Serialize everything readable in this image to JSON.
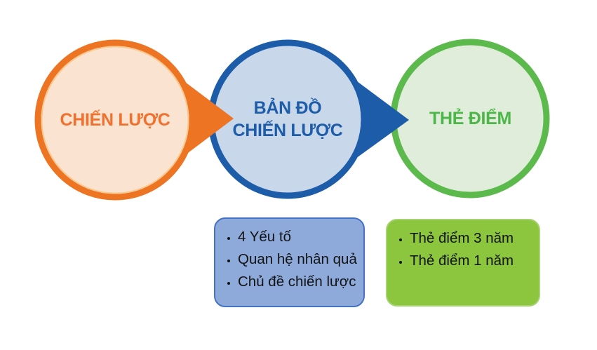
{
  "diagram": {
    "name": "strategy-process-diagram",
    "background_color": "#FFFFFF",
    "steps": [
      {
        "id": "strategy",
        "label": "CHIẾN LƯỢC",
        "border_color": "#EC7423",
        "inner_ring_color": "#F9C98F",
        "fill_color": "#FBE3D1",
        "text_color": "#F0702E"
      },
      {
        "id": "strategy-map",
        "label": "BẢN ĐỒ\nCHIẾN LƯỢC",
        "border_color": "#1D5CA8",
        "fill_color": "#C9D7EA",
        "text_color": "#1D5CA8"
      },
      {
        "id": "scorecard",
        "label": "THẺ ĐIỂM",
        "border_color": "#5CBA4D",
        "fill_color": "#DFEDDA",
        "text_color": "#4CB648"
      }
    ],
    "arrows": [
      {
        "id": "strategy-to-map",
        "color": "#EC7423",
        "direction": "right"
      },
      {
        "id": "map-to-scorecard",
        "color": "#1D5CA8",
        "direction": "right"
      }
    ],
    "detail_boxes": [
      {
        "id": "strategy-map-details",
        "fill_color": "#8EAADB",
        "border_color": "#4472C4",
        "text_color": "#131313",
        "items": [
          "4 Yếu tố",
          "Quan hệ nhân quả",
          "Chủ đề chiến lược"
        ]
      },
      {
        "id": "scorecard-details",
        "fill_color": "#8CC63F",
        "border_color": "#A5D170",
        "text_color": "#131313",
        "items": [
          "Thẻ điểm 3 năm",
          "Thẻ điểm 1 năm"
        ]
      }
    ]
  }
}
